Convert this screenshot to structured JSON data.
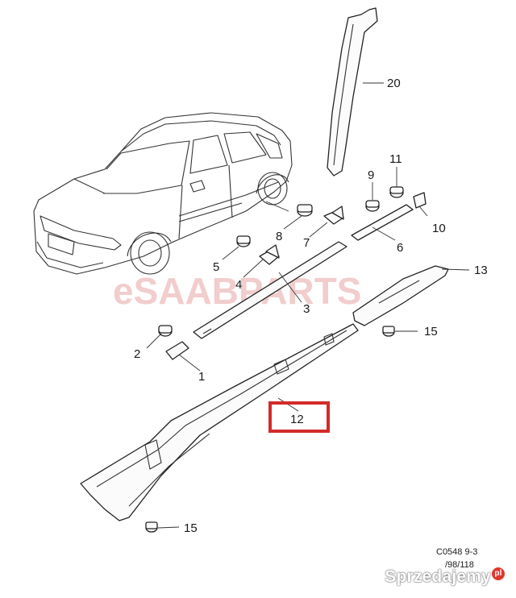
{
  "watermark": "eSAABPARTS",
  "figure_code": "C0548 9-3",
  "figure_subcode": "/98/118",
  "marketplace_logo": {
    "text": "Sprzedajemy",
    "badge": "pl"
  },
  "highlight_color": "#d42a2a",
  "callouts": [
    {
      "id": "1",
      "label": "1"
    },
    {
      "id": "2",
      "label": "2"
    },
    {
      "id": "3",
      "label": "3"
    },
    {
      "id": "4",
      "label": "4"
    },
    {
      "id": "5",
      "label": "5"
    },
    {
      "id": "6",
      "label": "6"
    },
    {
      "id": "7",
      "label": "7"
    },
    {
      "id": "8",
      "label": "8"
    },
    {
      "id": "9",
      "label": "9"
    },
    {
      "id": "10",
      "label": "10"
    },
    {
      "id": "11",
      "label": "11"
    },
    {
      "id": "12",
      "label": "12",
      "highlighted": true
    },
    {
      "id": "13",
      "label": "13"
    },
    {
      "id": "15a",
      "label": "15"
    },
    {
      "id": "15b",
      "label": "15"
    },
    {
      "id": "20",
      "label": "20"
    }
  ]
}
